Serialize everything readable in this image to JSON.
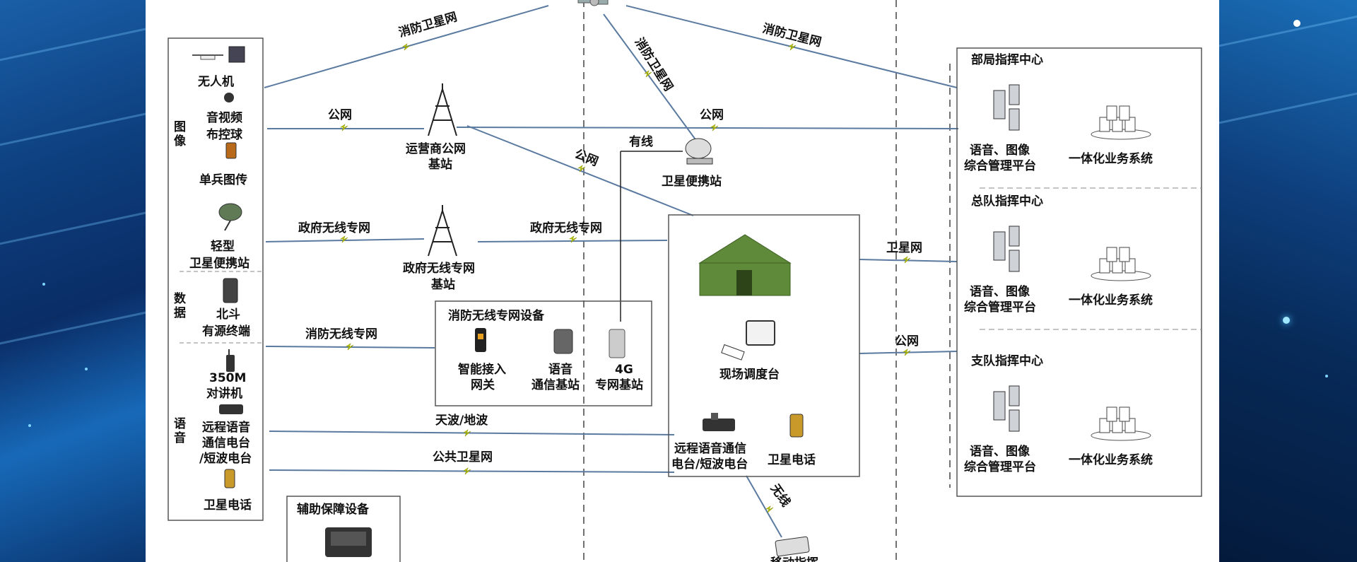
{
  "left_box": {
    "category_image": "图像",
    "category_data": "数据",
    "category_voice": "语音",
    "drone": "无人机",
    "av_ball_1": "音视频",
    "av_ball_2": "布控球",
    "soldier_video": "单兵图传",
    "light_sat_1": "轻型",
    "light_sat_2": "卫星便携站",
    "beidou_1": "北斗",
    "beidou_2": "有源终端",
    "walkie_1": "350M",
    "walkie_2": "对讲机",
    "remote_radio_1": "远程语音",
    "remote_radio_2": "通信电台",
    "remote_radio_3": "/短波电台",
    "sat_phone": "卫星电话"
  },
  "links": {
    "fire_sat_1": "消防卫星网",
    "fire_sat_2": "消防卫星网",
    "fire_sat_3": "消防卫星网",
    "public_net_1": "公网",
    "public_net_2": "公网",
    "public_net_3": "公网",
    "public_net_4": "公网",
    "gov_net_1": "政府无线专网",
    "gov_net_2": "政府无线专网",
    "fire_wireless": "消防无线专网",
    "sky_ground": "天波/地波",
    "public_sat": "公共卫星网",
    "wired": "有线",
    "sat_net": "卫星网",
    "wireless": "无线"
  },
  "nodes": {
    "operator_bs_1": "运营商公网",
    "operator_bs_2": "基站",
    "gov_bs_1": "政府无线专网",
    "gov_bs_2": "基站",
    "sat_portable": "卫星便携站",
    "fire_equipment_title": "消防无线专网设备",
    "smart_gateway_1": "智能接入",
    "smart_gateway_2": "网关",
    "voice_bs_1": "语音",
    "voice_bs_2": "通信基站",
    "lte_bs_1": "4G",
    "lte_bs_2": "专网基站",
    "aux_title": "辅助保障设备",
    "dispatch_console": "现场调度台",
    "remote_radio_1": "远程语音通信",
    "remote_radio_2": "电台/短波电台",
    "sat_phone": "卫星电话",
    "mobile_cmd": "移动指挥"
  },
  "centers": [
    {
      "title": "部局指挥中心",
      "platform_1": "语音、图像",
      "platform_2": "综合管理平台",
      "system": "一体化业务系统"
    },
    {
      "title": "总队指挥中心",
      "platform_1": "语音、图像",
      "platform_2": "综合管理平台",
      "system": "一体化业务系统"
    },
    {
      "title": "支队指挥中心",
      "platform_1": "语音、图像",
      "platform_2": "综合管理平台",
      "system": "一体化业务系统"
    }
  ],
  "colors": {
    "link_line": "#5a7aa0",
    "link_bolt": "#c8d400",
    "box_border": "#555555",
    "tent_green": "#5f8a3a"
  }
}
